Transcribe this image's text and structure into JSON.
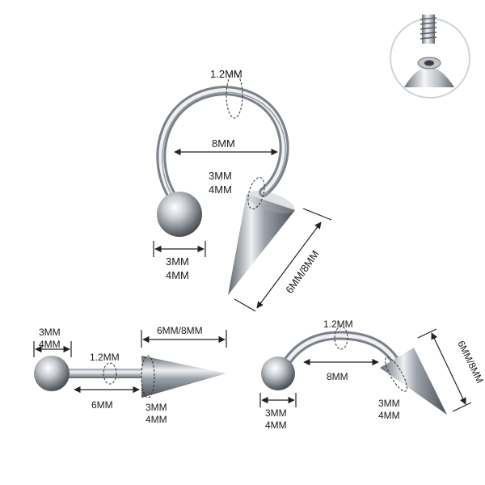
{
  "horseshoe": {
    "wire_gauge": "1.2MM",
    "diameter": "8MM",
    "ball_size_line1": "3MM",
    "ball_size_line2": "4MM",
    "spike_base_line1": "3MM",
    "spike_base_line2": "4MM",
    "spike_length": "6MM/8MM"
  },
  "straight_barbell": {
    "ball_size_line1": "3MM",
    "ball_size_line2": "4MM",
    "spike_length": "6MM/8MM",
    "gauge": "1.2MM",
    "bar_length": "6MM",
    "spike_base_line1": "3MM",
    "spike_base_line2": "4MM"
  },
  "curved_barbell": {
    "gauge": "1.2MM",
    "bar_length": "8MM",
    "spike_length": "6MM/8MM",
    "ball_size_line1": "3MM",
    "ball_size_line2": "4MM",
    "spike_base_line1": "3MM",
    "spike_base_line2": "4MM"
  },
  "inset": {
    "description_icon": "internal-thread-icon"
  },
  "colors": {
    "metal_light": "#e9ecef",
    "metal_dark": "#6b7077",
    "line": "#222222"
  }
}
